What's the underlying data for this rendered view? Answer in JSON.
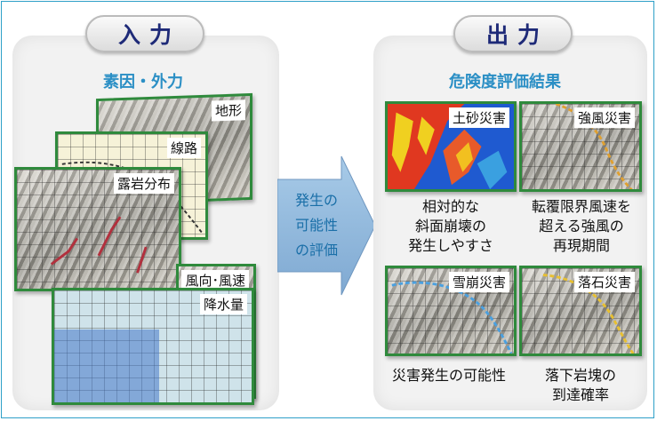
{
  "input": {
    "title": "入力",
    "subtitle": "素因・外力",
    "layers": [
      {
        "label": "地形"
      },
      {
        "label": "線路"
      },
      {
        "label": "露岩分布"
      },
      {
        "label": "風向･風速"
      },
      {
        "label": "降水量"
      }
    ]
  },
  "arrow": {
    "line1": "発生の",
    "line2": "可能性",
    "line3": "の評価"
  },
  "output": {
    "title": "出力",
    "subtitle": "危険度評価結果",
    "results": [
      {
        "label": "土砂災害",
        "desc": [
          "相対的な",
          "斜面崩壊の",
          "発生しやすさ"
        ]
      },
      {
        "label": "強風災害",
        "desc": [
          "転覆限界風速を",
          "超える強風の",
          "再現期間"
        ]
      },
      {
        "label": "雪崩災害",
        "desc": [
          "災害発生の可能性"
        ]
      },
      {
        "label": "落石災害",
        "desc": [
          "落下岩塊の",
          "到達確率"
        ]
      }
    ]
  }
}
